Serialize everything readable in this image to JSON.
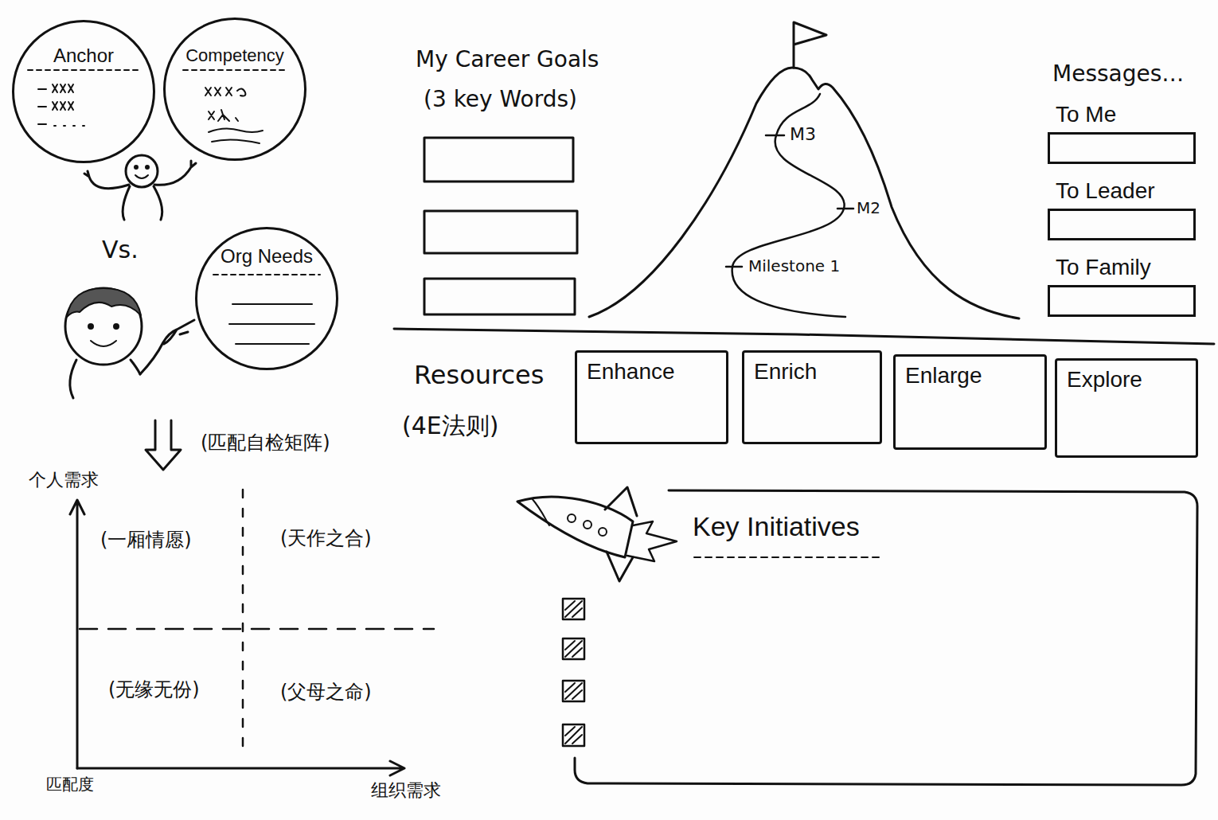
{
  "diagram": {
    "nodes": [
      {
        "text": [
          "Anchor"
        ]
      },
      {
        "text": [
          "Competency"
        ]
      },
      {
        "text": [
          "Org Needs"
        ]
      },
      {
        "text": [
          "To Me"
        ]
      },
      {
        "text": [
          "To Leader"
        ]
      },
      {
        "text": [
          "To Family"
        ]
      },
      {
        "text": [
          "Enhance"
        ]
      },
      {
        "text": [
          "Enrich"
        ]
      },
      {
        "text": [
          "Enlarge"
        ]
      },
      {
        "text": [
          "Explore"
        ]
      },
      {
        "text": [
          "Key Initiatives"
        ]
      }
    ],
    "labels": [
      "Vs.",
      "(匹配自检矩阵)",
      "个人需求",
      "(一厢情愿)",
      "(天作之合)",
      "(无缘无份)",
      "(父母之命)",
      "匹配度",
      "组织需求",
      "My Career Goals",
      "(3 key Words)",
      "M3",
      "M2",
      "Milestone 1",
      "Messages…",
      "Resources",
      "(4E法则)"
    ]
  }
}
